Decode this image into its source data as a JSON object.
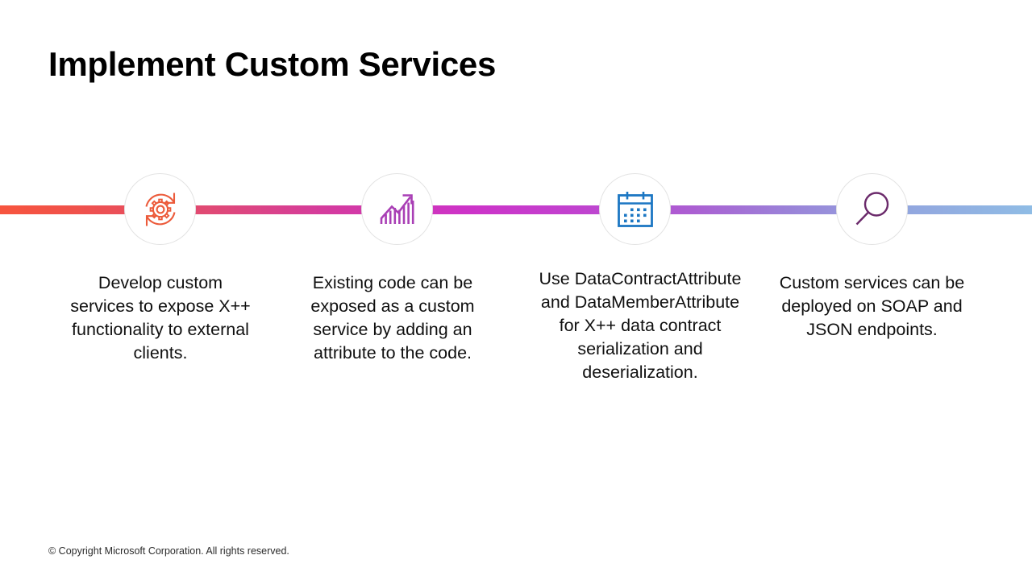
{
  "slide": {
    "title": "Implement Custom Services",
    "footer": "© Copyright Microsoft Corporation. All rights reserved."
  },
  "colors": {
    "bar_start": "#f7543e",
    "bar_mid_pink": "#e04a74",
    "bar_mid_magenta": "#cd33c8",
    "bar_purple": "#9b81d8",
    "bar_end": "#8fbce5",
    "icon_1": "#ec5b3b",
    "icon_2": "#a93fb5",
    "icon_3": "#1c77c3",
    "icon_4": "#6b2a6b",
    "circle_border": "#e3e3e3",
    "text": "#101010"
  },
  "timeline": {
    "nodes": [
      {
        "icon": "gear-refresh-icon",
        "icon_color": "#ec5b3b",
        "caption": "Develop custom services to expose X++ functionality to external clients."
      },
      {
        "icon": "growth-chart-icon",
        "icon_color": "#a93fb5",
        "caption": "Existing code can be exposed as a custom service by adding an attribute to the code."
      },
      {
        "icon": "calendar-icon",
        "icon_color": "#1c77c3",
        "caption": "Use DataContractAttribute and DataMemberAttribute for X++ data contract serialization and deserialization."
      },
      {
        "icon": "magnifier-icon",
        "icon_color": "#6b2a6b",
        "caption": "Custom services can be deployed on SOAP and JSON endpoints."
      }
    ]
  }
}
